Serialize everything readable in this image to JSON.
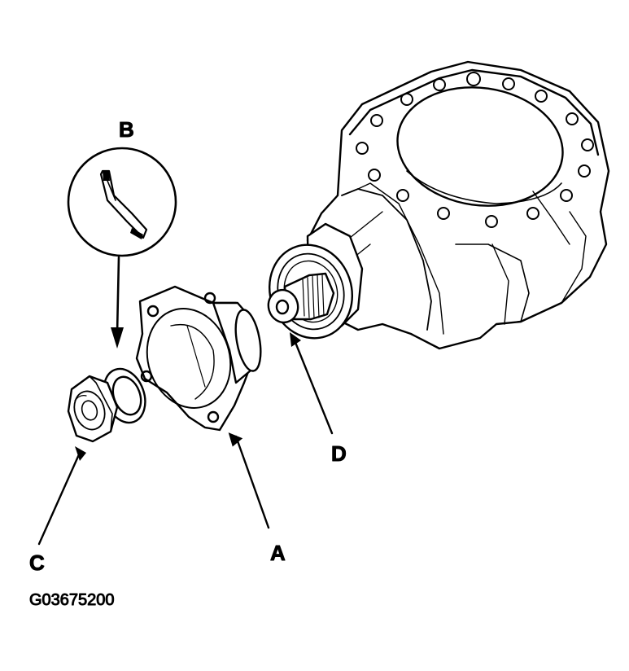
{
  "labels": {
    "a": "A",
    "b": "B",
    "c": "C",
    "d": "D"
  },
  "figure_id": "G03675200",
  "colors": {
    "ink": "#000000",
    "paper": "#ffffff"
  }
}
